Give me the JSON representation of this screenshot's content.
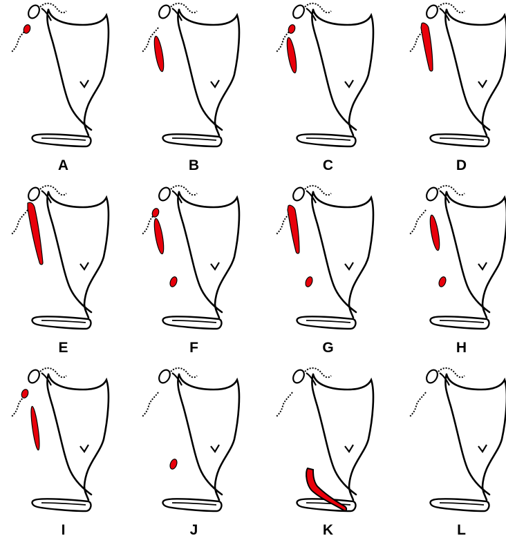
{
  "figure": {
    "panels": [
      {
        "label": "A",
        "regions": [
          "upper-oval"
        ]
      },
      {
        "label": "B",
        "regions": [
          "mid-segment"
        ]
      },
      {
        "label": "C",
        "regions": [
          "upper-oval",
          "mid-segment"
        ]
      },
      {
        "label": "D",
        "regions": [
          "full-segment"
        ]
      },
      {
        "label": "E",
        "regions": [
          "full-segment-wide"
        ]
      },
      {
        "label": "F",
        "regions": [
          "upper-oval",
          "mid-segment",
          "lower-oval"
        ]
      },
      {
        "label": "G",
        "regions": [
          "full-segment",
          "lower-oval"
        ]
      },
      {
        "label": "H",
        "regions": [
          "mid-segment",
          "lower-oval"
        ]
      },
      {
        "label": "I",
        "regions": [
          "upper-oval",
          "mid-segment-thin"
        ]
      },
      {
        "label": "J",
        "regions": [
          "lower-oval"
        ]
      },
      {
        "label": "K",
        "regions": [
          "bottom-bend"
        ]
      },
      {
        "label": "L",
        "regions": []
      }
    ],
    "colors": {
      "highlight": "#e8000b",
      "outline": "#000000"
    }
  }
}
